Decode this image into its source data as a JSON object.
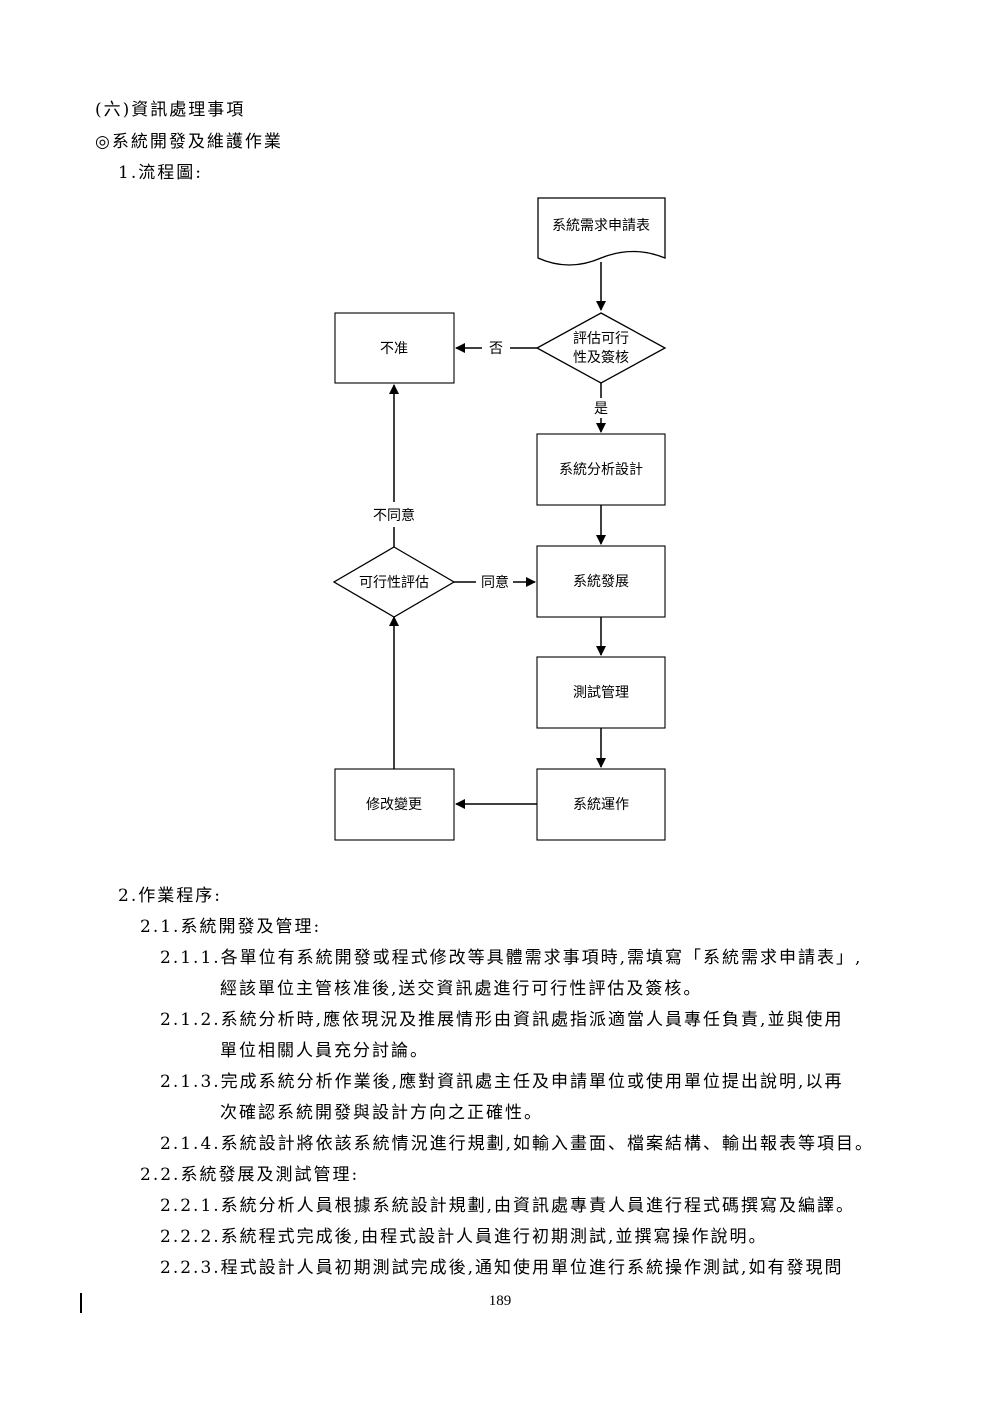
{
  "header": {
    "section": "(六)資訊處理事項",
    "subsection": "◎系統開發及維護作業",
    "flow_title": "1.流程圖:"
  },
  "flowchart": {
    "start": "系統需求申請表",
    "decision1": [
      "評估可行",
      "性及簽核"
    ],
    "reject": "不准",
    "no_label": "否",
    "yes_label": "是",
    "analysis": "系統分析設計",
    "develop": "系統發展",
    "test": "測試管理",
    "operate": "系統運作",
    "modify": "修改變更",
    "decision2": "可行性評估",
    "agree_label": "同意",
    "disagree_label": "不同意"
  },
  "procedure": {
    "title": "2.作業程序:",
    "s21": "2.1.系統開發及管理:",
    "s211_a": "2.1.1.各單位有系統開發或程式修改等具體需求事項時,需填寫「系統需求申請表」,",
    "s211_b": "經該單位主管核准後,送交資訊處進行可行性評估及簽核。",
    "s212_a": "2.1.2.系統分析時,應依現況及推展情形由資訊處指派適當人員專任負責,並與使用",
    "s212_b": "單位相關人員充分討論。",
    "s213_a": "2.1.3.完成系統分析作業後,應對資訊處主任及申請單位或使用單位提出說明,以再",
    "s213_b": "次確認系統開發與設計方向之正確性。",
    "s214": "2.1.4.系統設計將依該系統情況進行規劃,如輸入畫面、檔案結構、輸出報表等項目。",
    "s22": "2.2.系統發展及測試管理:",
    "s221": "2.2.1.系統分析人員根據系統設計規劃,由資訊處專責人員進行程式碼撰寫及編譯。",
    "s222": "2.2.2.系統程式完成後,由程式設計人員進行初期測試,並撰寫操作說明。",
    "s223": "2.2.3.程式設計人員初期測試完成後,通知使用單位進行系統操作測試,如有發現問"
  },
  "footer": {
    "page_number": "189"
  }
}
